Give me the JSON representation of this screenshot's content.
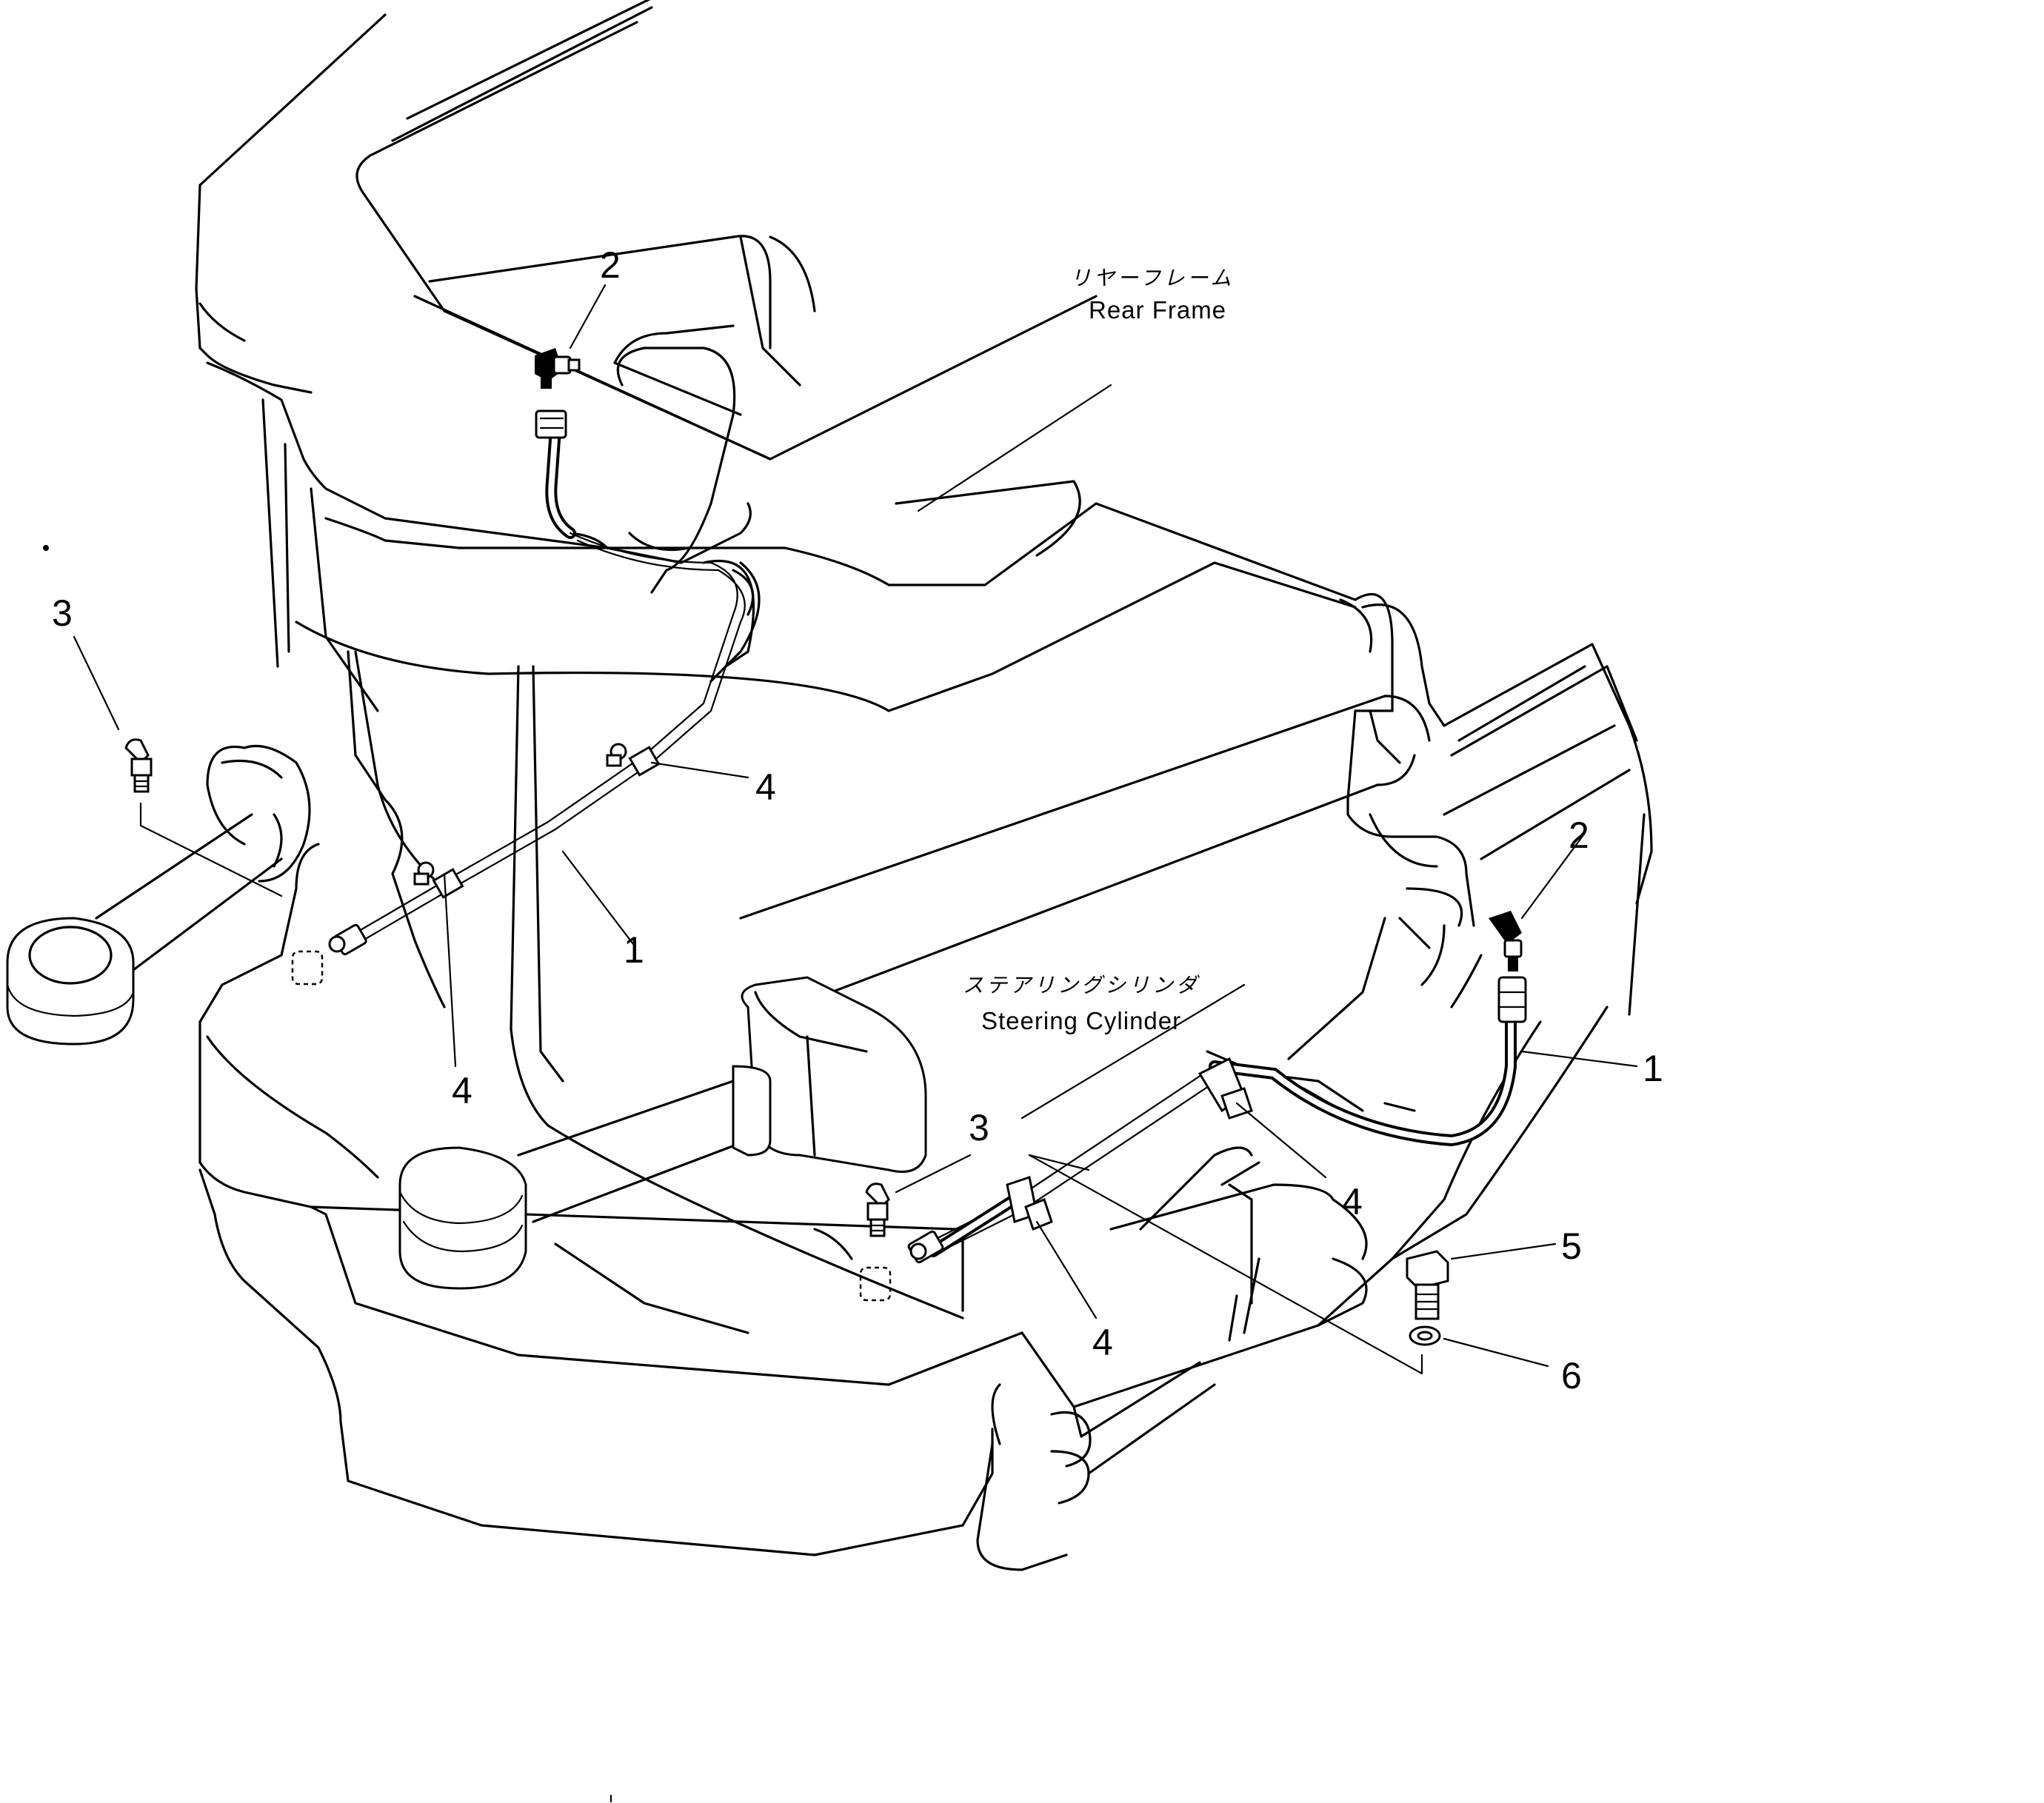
{
  "labels": {
    "rear_frame_jp": "リヤーフレーム",
    "rear_frame_en": "Rear Frame",
    "steering_cylinder_jp": "ステアリングシリンダ",
    "steering_cylinder_en": "Steering Cylinder"
  },
  "callouts": [
    {
      "id": "c-2-top",
      "text": "2"
    },
    {
      "id": "c-3-left",
      "text": "3"
    },
    {
      "id": "c-4-upper",
      "text": "4"
    },
    {
      "id": "c-1-mid",
      "text": "1"
    },
    {
      "id": "c-4-left",
      "text": "4"
    },
    {
      "id": "c-2-right",
      "text": "2"
    },
    {
      "id": "c-1-right",
      "text": "1"
    },
    {
      "id": "c-3-mid",
      "text": "3"
    },
    {
      "id": "c-4-clamp",
      "text": "4"
    },
    {
      "id": "c-4-lower",
      "text": "4"
    },
    {
      "id": "c-5",
      "text": "5"
    },
    {
      "id": "c-6",
      "text": "6"
    }
  ]
}
